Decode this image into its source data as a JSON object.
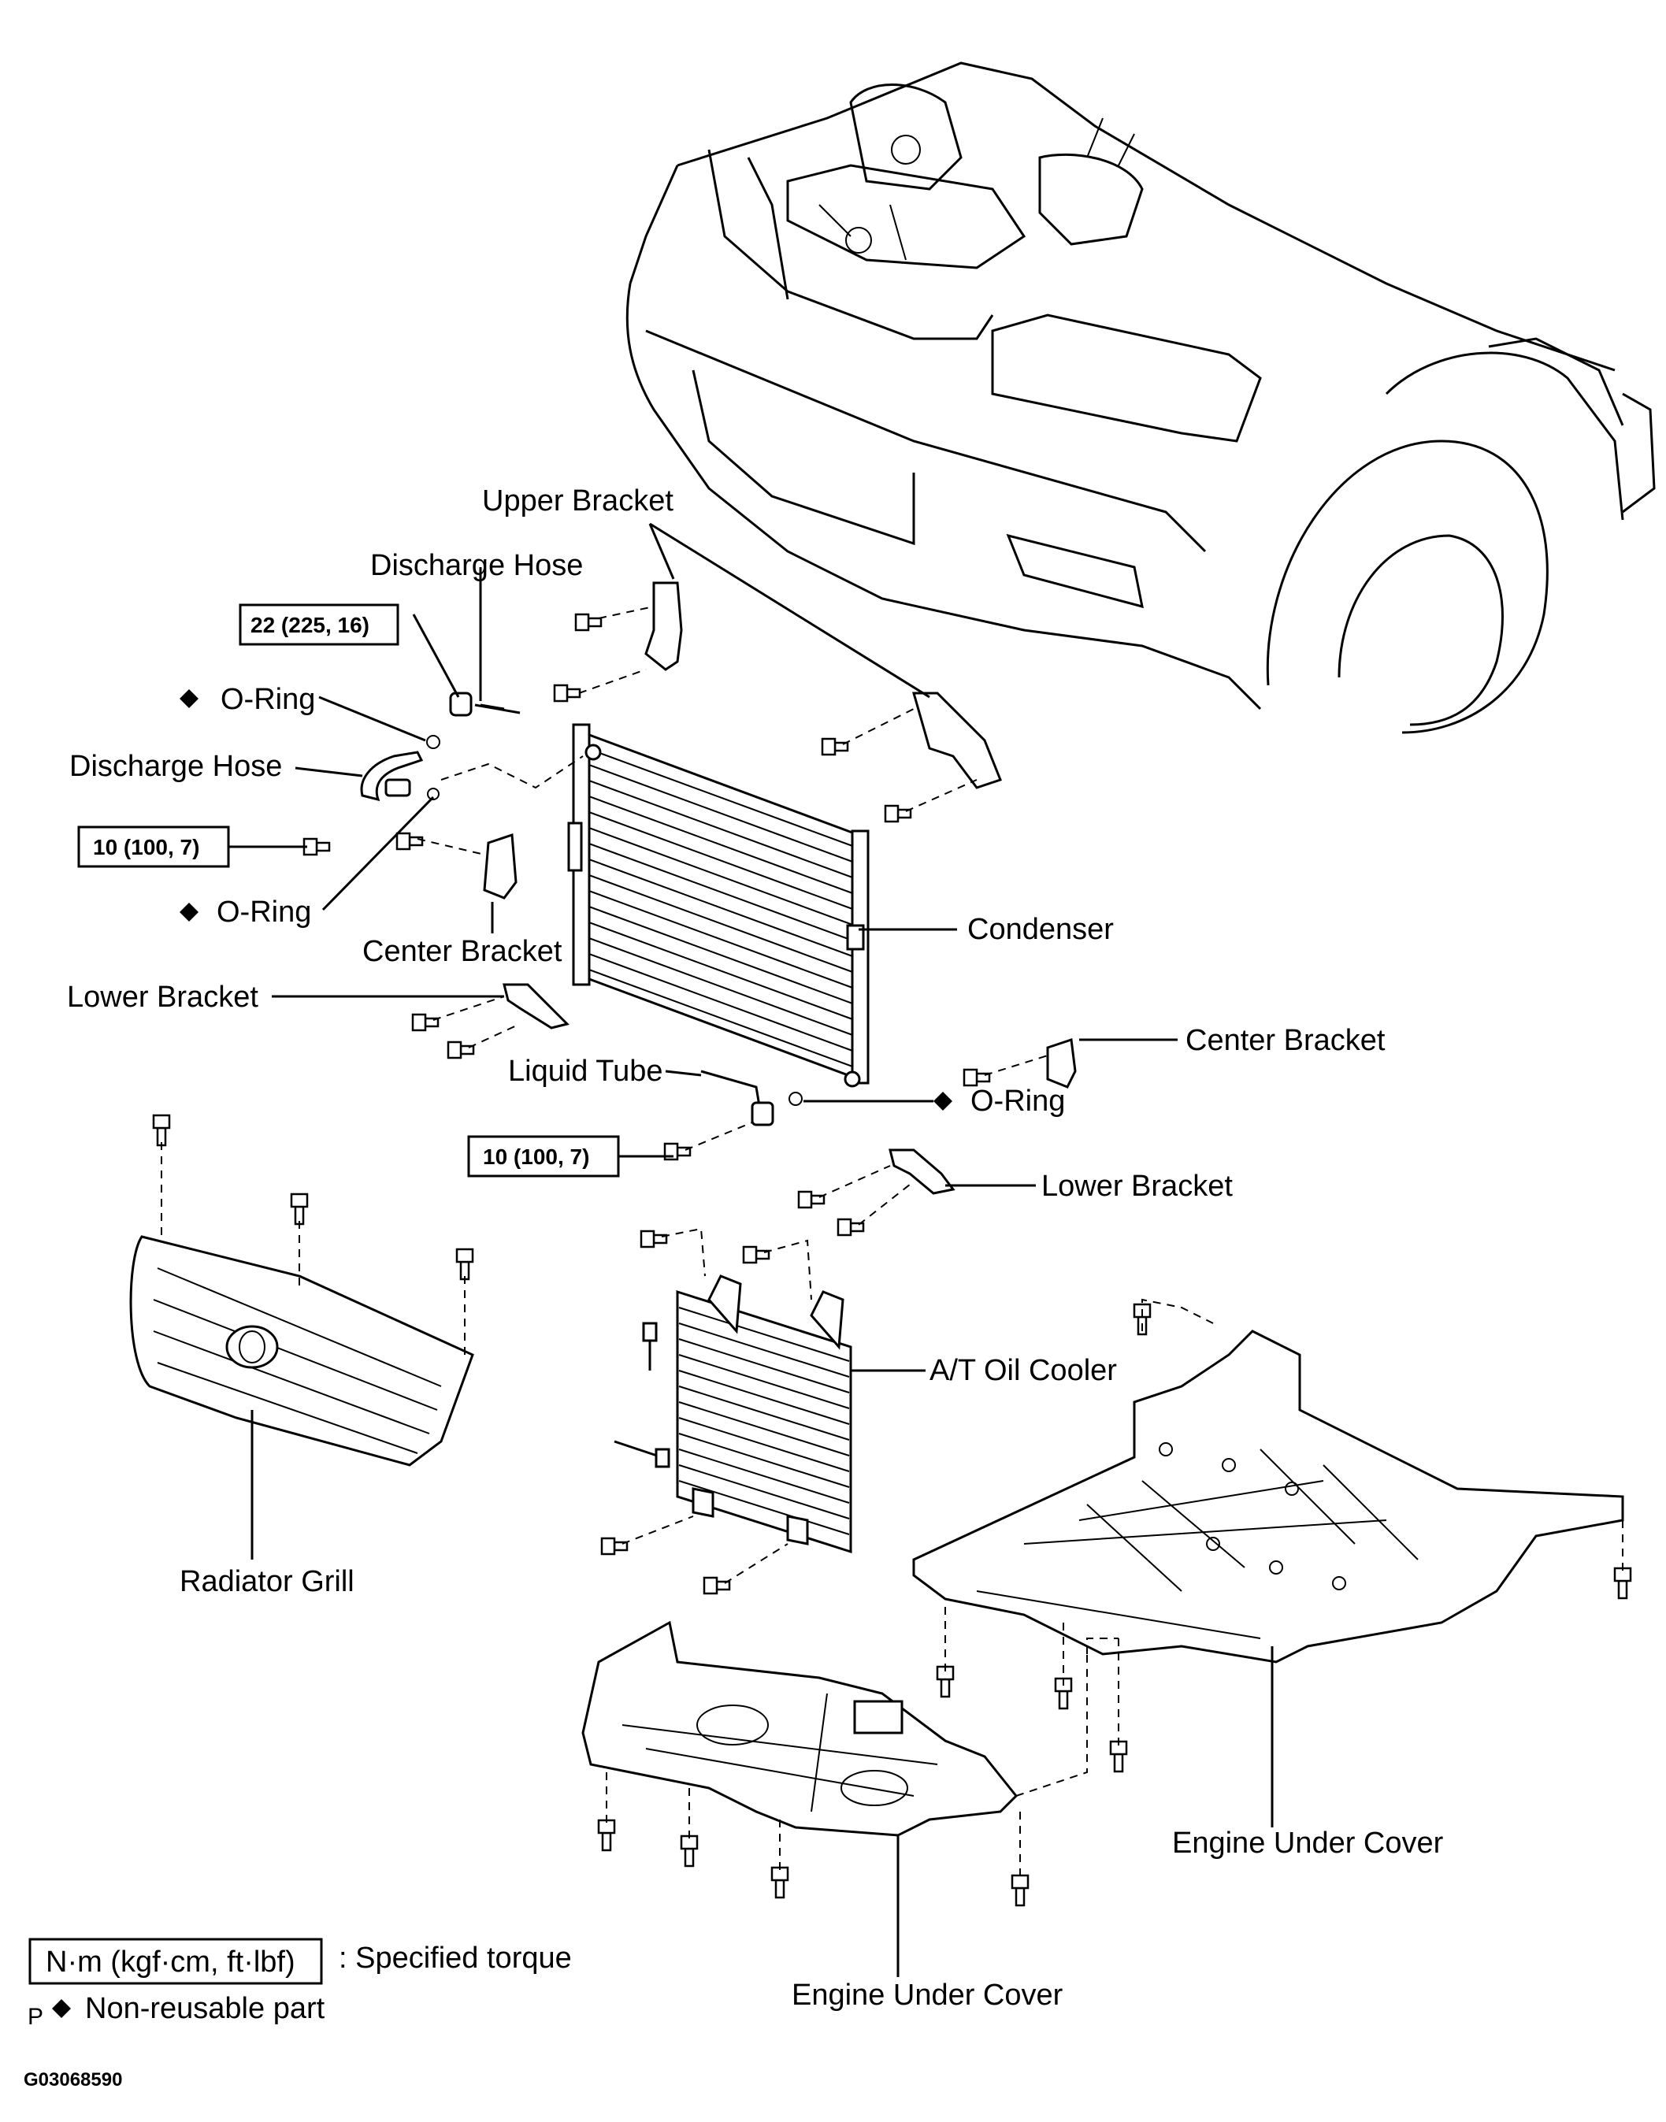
{
  "labels": {
    "upper_bracket": "Upper Bracket",
    "discharge_hose_top": "Discharge Hose",
    "o_ring_top": "O-Ring",
    "discharge_hose_left": "Discharge Hose",
    "o_ring_mid": "O-Ring",
    "center_bracket_left": "Center Bracket",
    "condenser": "Condenser",
    "lower_bracket_left": "Lower Bracket",
    "liquid_tube": "Liquid Tube",
    "center_bracket_right": "Center Bracket",
    "o_ring_right": "O-Ring",
    "lower_bracket_right": "Lower Bracket",
    "at_oil_cooler": "A/T Oil Cooler",
    "radiator_grill": "Radiator Grill",
    "engine_under_cover_right": "Engine Under Cover",
    "engine_under_cover_bottom": "Engine Under Cover"
  },
  "torque": {
    "discharge_hose_bolt": "22 (225, 16)",
    "discharge_hose_bracket": "10 (100, 7)",
    "liquid_tube_bolt": "10 (100, 7)"
  },
  "symbols": {
    "non_reusable": "◆",
    "legend_p": "P"
  },
  "legend": {
    "torque_units": "N·m (kgf·cm, ft·lbf)",
    "torque_desc": ": Specified torque",
    "non_reusable_desc": "Non-reusable part"
  },
  "figure_id": "G03068590"
}
